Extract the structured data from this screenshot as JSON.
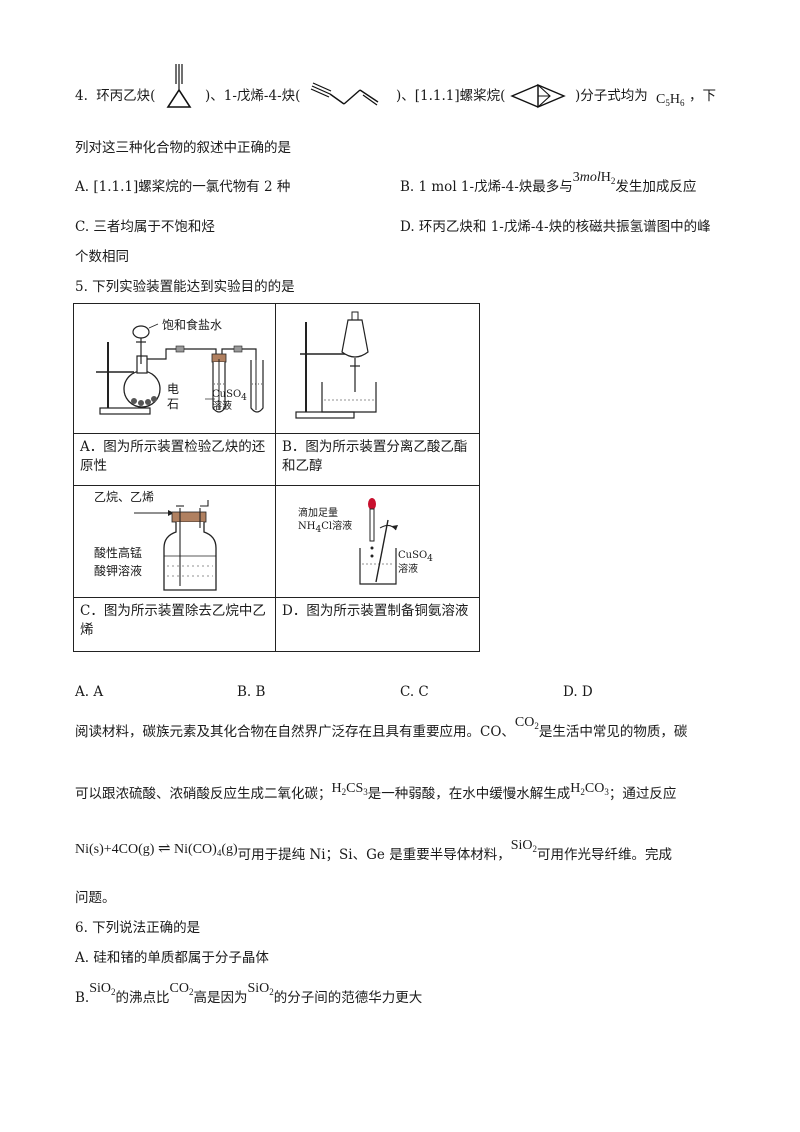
{
  "q4": {
    "number": "4.",
    "name1": "环丙乙炔(",
    "sep1": ")、1-戊烯-4-炔(",
    "sep2": ")、[1.1.1]螺桨烷(",
    "tail": ")分子式均为",
    "formula": "C5H6",
    "tail2": "，下",
    "line2": "列对这三种化合物的叙述中正确的是",
    "optA": "A. [1.1.1]螺桨烷的一氯代物有 2 种",
    "optB_pre": "B. 1 mol 1-戊烯-4-炔最多与",
    "optB_mid": "3molH2",
    "optB_post": "发生加成反应",
    "optC": "C. 三者均属于不饱和烃",
    "optD": "D. 环丙乙炔和 1-戊烯-4-炔的核磁共振氢谱图中的峰",
    "optD_cont": "个数相同"
  },
  "q5": {
    "stem": "5. 下列实验装置能达到实验目的的是",
    "figA": {
      "label_top": "饱和食盐水",
      "label_stone1": "电",
      "label_stone2": "石",
      "label_cuso4": "CuSO4",
      "label_sol": "溶液"
    },
    "capA": "A．图为所示装置检验乙炔的还原性",
    "capB": "B．图为所示装置分离乙酸乙酯和乙醇",
    "figC": {
      "gas": "乙烷、乙烯",
      "reagent1": "酸性高锰",
      "reagent2": "酸钾溶液"
    },
    "capC": "C．图为所示装置除去乙烷中乙烯",
    "figD": {
      "add1": "滴加足量",
      "add2": "NH4Cl溶液",
      "cuso4": "CuSO4",
      "sol": "溶液"
    },
    "capD": "D．图为所示装置制备铜氨溶液",
    "choices": [
      "A. A",
      "B. B",
      "C. C",
      "D. D"
    ]
  },
  "reading": {
    "l1_pre": "阅读材料，碳族元素及其化合物在自然界广泛存在且具有重要应用。CO、",
    "l1_co2": "CO2",
    "l1_post": "是生活中常见的物质，碳",
    "l2_pre": "可以跟浓硫酸、浓硝酸反应生成二氧化碳；",
    "l2_h2cs3": "H2CS3",
    "l2_mid": "是一种弱酸，在水中缓慢水解生成",
    "l2_h2co3": "H2CO3",
    "l2_post": "；通过反应",
    "l3_eq": "Ni(s)+4CO(g) ⇌ Ni(CO)4(g)",
    "l3_mid": "可用于提纯 Ni；Si、Ge 是重要半导体材料，",
    "l3_sio2": "SiO2",
    "l3_post": "可用作光导纤维。完成",
    "l4": "问题。"
  },
  "q6": {
    "stem": "6. 下列说法正确的是",
    "optA": "A. 硅和锗的单质都属于分子晶体",
    "optB_pre": "B.",
    "optB_s1": "SiO2",
    "optB_t1": "的沸点比",
    "optB_s2": "CO2",
    "optB_t2": "高是因为",
    "optB_s3": "SiO2",
    "optB_t3": "的分子间的范德华力更大"
  }
}
